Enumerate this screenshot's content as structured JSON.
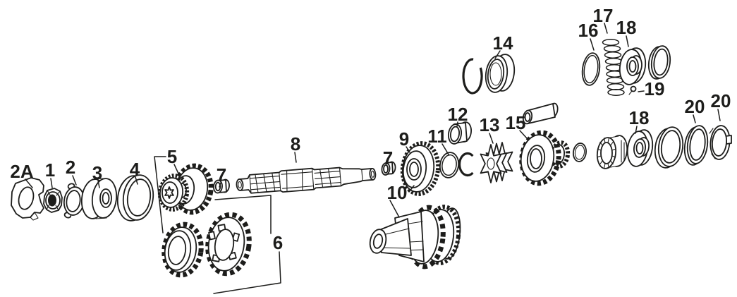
{
  "diagram": {
    "background": "#ffffff",
    "line_color": "#1d1d1b",
    "callouts": [
      {
        "part": "2A",
        "label": "2A"
      },
      {
        "part": "1",
        "label": "1"
      },
      {
        "part": "2",
        "label": "2"
      },
      {
        "part": "3",
        "label": "3"
      },
      {
        "part": "4",
        "label": "4"
      },
      {
        "part": "5",
        "label": "5"
      },
      {
        "part": "6",
        "label": "6"
      },
      {
        "part": "7-left",
        "label": "7"
      },
      {
        "part": "8",
        "label": "8"
      },
      {
        "part": "7-right",
        "label": "7"
      },
      {
        "part": "9",
        "label": "9"
      },
      {
        "part": "10",
        "label": "10"
      },
      {
        "part": "11",
        "label": "11"
      },
      {
        "part": "12",
        "label": "12"
      },
      {
        "part": "13",
        "label": "13"
      },
      {
        "part": "14",
        "label": "14"
      },
      {
        "part": "15",
        "label": "15"
      },
      {
        "part": "16",
        "label": "16"
      },
      {
        "part": "17",
        "label": "17"
      },
      {
        "part": "18-upper",
        "label": "18"
      },
      {
        "part": "19",
        "label": "19"
      },
      {
        "part": "18-lower",
        "label": "18"
      },
      {
        "part": "20-ring",
        "label": "20"
      },
      {
        "part": "20-lockwasher",
        "label": "20"
      }
    ]
  }
}
